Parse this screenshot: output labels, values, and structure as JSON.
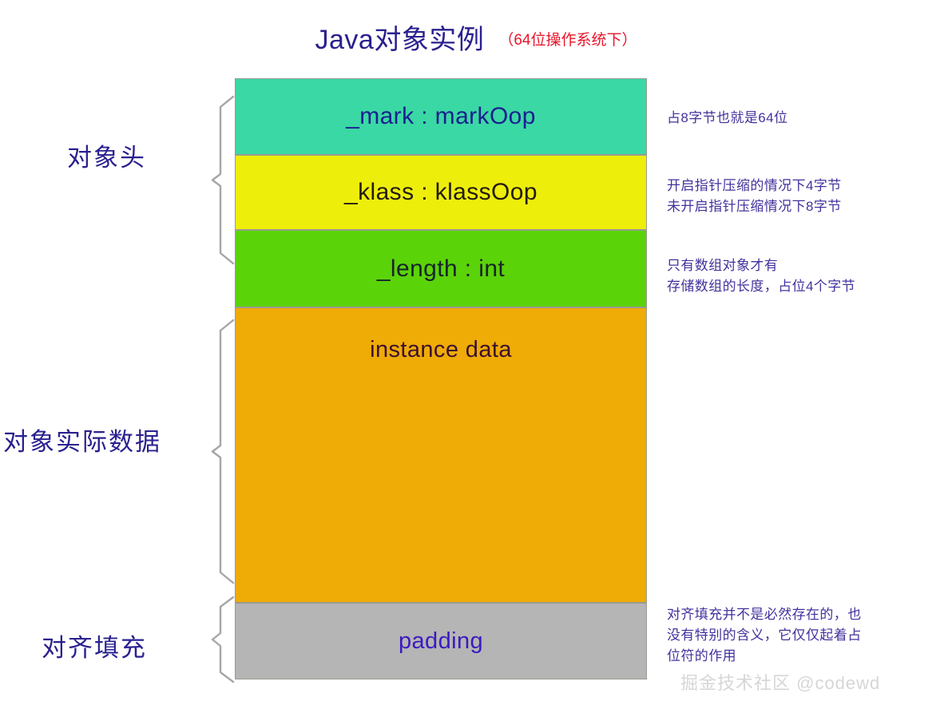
{
  "title": {
    "main": "Java对象实例",
    "sub": "（64位操作系统下）",
    "main_color": "#2a218f",
    "sub_color": "#e8152a"
  },
  "sections": [
    {
      "label": "对象头"
    },
    {
      "label": "对象实际数据"
    },
    {
      "label": "对齐填充"
    }
  ],
  "blocks": [
    {
      "label": "_mark : markOop",
      "color": "#3ad8a4",
      "text_color": "#1a1f8f"
    },
    {
      "label": "_klass : klassOop",
      "color": "#eeee0b",
      "text_color": "#231c10"
    },
    {
      "label": "_length : int",
      "color": "#5bd309",
      "text_color": "#17242a"
    },
    {
      "label": "instance data",
      "color": "#efab06",
      "text_color": "#3b1030"
    },
    {
      "label": "padding",
      "color": "#b5b5b5",
      "text_color": "#3c1ac0"
    }
  ],
  "annotations": [
    {
      "text": "占8字节也就是64位"
    },
    {
      "text": "开启指针压缩的情况下4字节\n未开启指针压缩情况下8字节"
    },
    {
      "text": "只有数组对象才有\n存储数组的长度，占位4个字节"
    },
    {
      "text": "对齐填充并不是必然存在的，也\n没有特别的含义，它仅仅起着占\n位符的作用"
    }
  ],
  "watermark": "掘金技术社区 @codewd"
}
